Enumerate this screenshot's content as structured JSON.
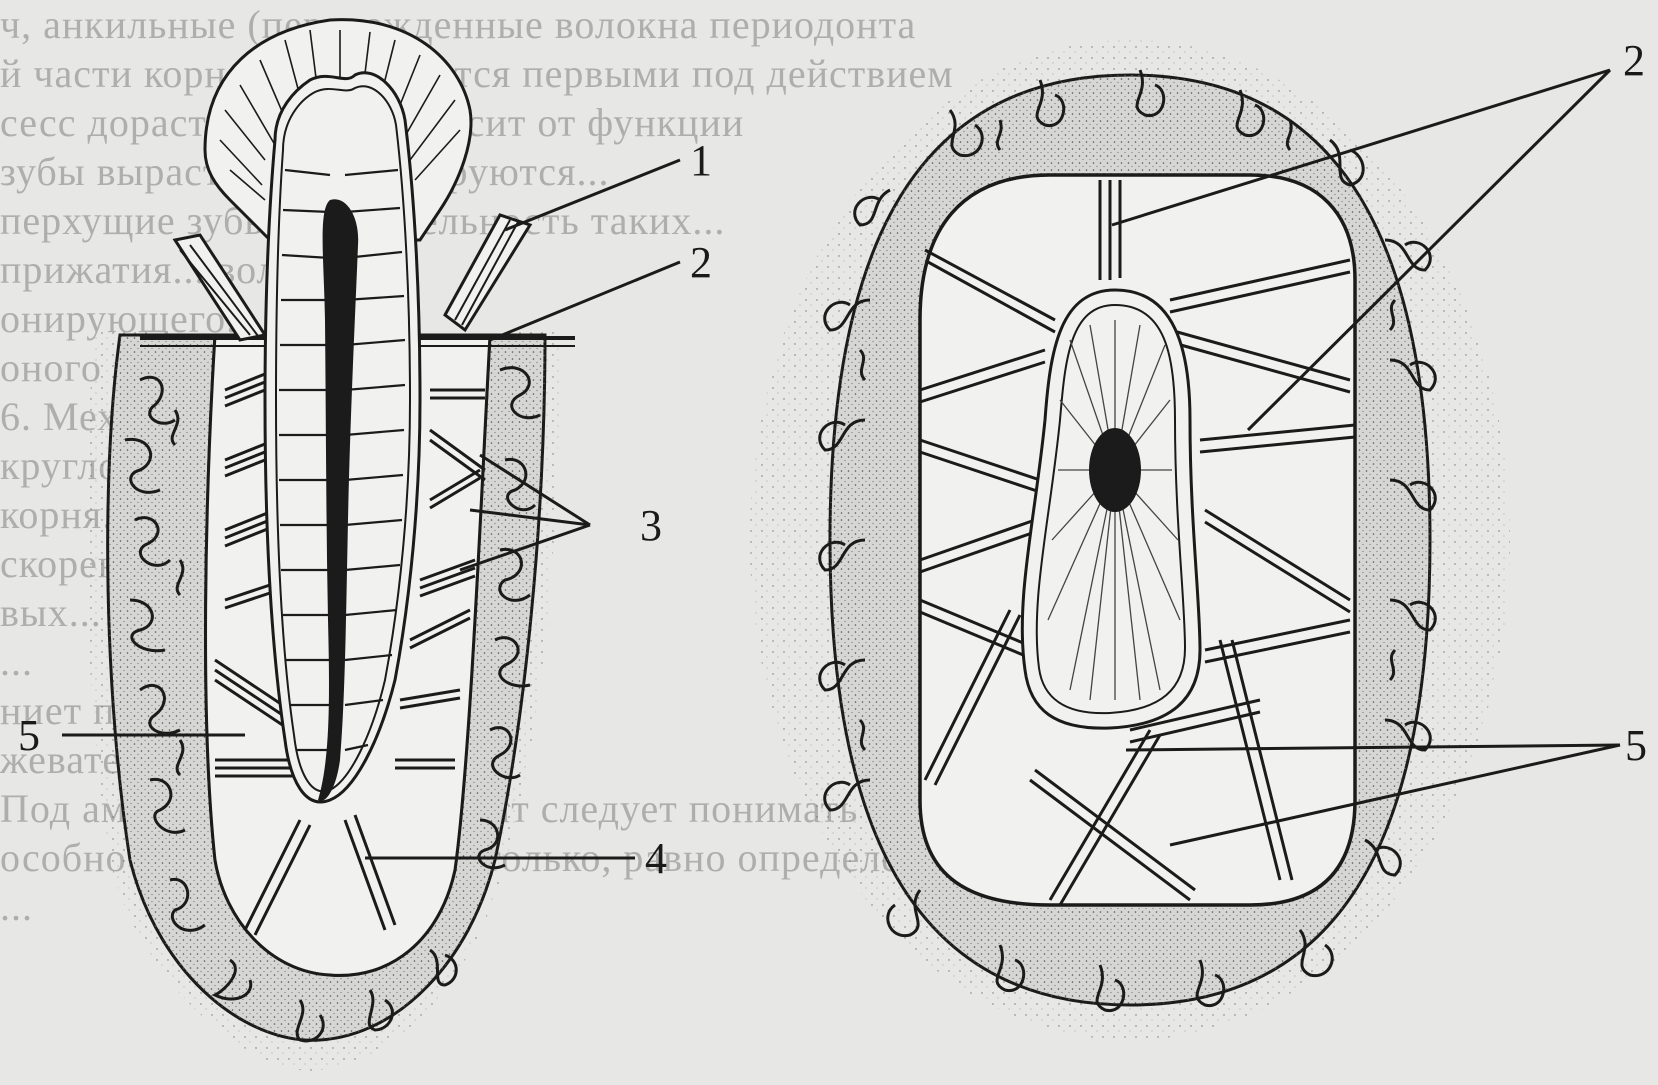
{
  "background_text": [
    "ч, анкильные (перерожденные волокна периодонта",
    "й части корня зуба являются первыми под действием",
    "сесс дорастания зуба зависит от функции",
    "зубы вырастают... формируются...",
    "перхущие зубы ...лубительность таких...",
    "прижатия... волокна...",
    "онирующего...",
    "оного ре... анат...",
    "6. Мех...",
    "кругловые...",
    "корня...",
    "скорен...",
    "вых...",
    "...",
    "ниет пиодонта... ",
    "жевательн...",
    "Под амортизацией периодонт следует понимать",
    "особность ткани, прочные только, равно определе",
    "..."
  ],
  "figure": {
    "left_labels": {
      "l1": "1",
      "l2": "2",
      "l3": "3",
      "l4": "4",
      "l5": "5"
    },
    "right_labels": {
      "r2": "2",
      "r5": "5"
    }
  },
  "colors": {
    "ink": "#1b1b1b",
    "paper": "#f1f1ef",
    "bone": "#d9d9d7"
  }
}
